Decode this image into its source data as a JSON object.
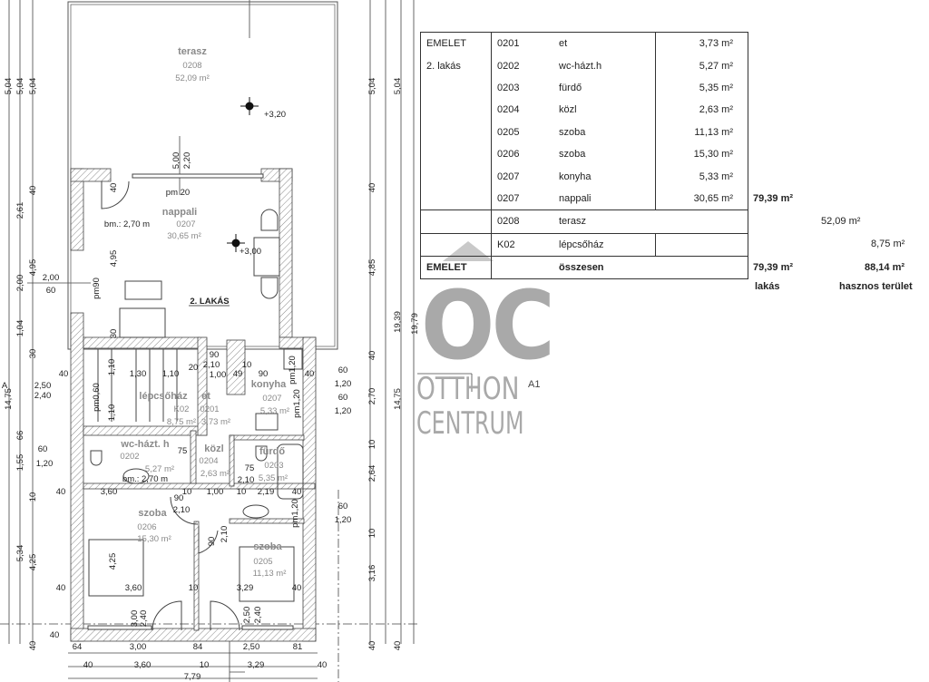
{
  "table": {
    "floor_label": "EMELET",
    "unit_label": "2. lakás",
    "rows": [
      {
        "code": "0201",
        "name": "et",
        "area": "3,73 m²"
      },
      {
        "code": "0202",
        "name": "wc-házt.h",
        "area": "5,27 m²"
      },
      {
        "code": "0203",
        "name": "fürdő",
        "area": "5,35 m²"
      },
      {
        "code": "0204",
        "name": "közl",
        "area": "2,63 m²"
      },
      {
        "code": "0205",
        "name": "szoba",
        "area": "11,13 m²"
      },
      {
        "code": "0206",
        "name": "szoba",
        "area": "15,30 m²"
      },
      {
        "code": "0207",
        "name": "konyha",
        "area": "5,33 m²"
      },
      {
        "code": "0207",
        "name": "nappali",
        "area": "30,65 m²"
      }
    ],
    "unit_total": "79,39 m²",
    "terrace": {
      "code": "0208",
      "name": "terasz",
      "area": "52,09 m²"
    },
    "stair": {
      "code": "K02",
      "name": "lépcsőház",
      "area": "8,75 m²"
    },
    "total_row": {
      "floor": "EMELET",
      "label": "összesen",
      "flat_area": "79,39 m²",
      "useful_area": "88,14 m²"
    },
    "footer": {
      "flat_label": "lakás",
      "useful_label": "hasznos terület"
    }
  },
  "logo": {
    "mark": "OC",
    "line1": "OTTHON",
    "line2": "CENTRUM"
  },
  "section_marker": "A1",
  "plan": {
    "rooms": [
      "terasz",
      "0208",
      "52,09 m²",
      "nappali",
      "0207",
      "30,65 m²",
      "lépcsőház",
      "et",
      "K02",
      "0201",
      "8,75 m²",
      "3,73 m²",
      "konyha",
      "0207",
      "5,33 m²",
      "wc-házt. h",
      "0202",
      "5,27 m²",
      "közl",
      "0204",
      "2,63 m²",
      "fürdő",
      "0203",
      "5,35 m²",
      "szoba",
      "0206",
      "15,30 m²",
      "szoba",
      "0205",
      "11,13 m²"
    ],
    "notes": [
      "+3,20",
      "+3,00",
      "pm 20",
      "bm.: 2,70 m",
      "2. LAKÁS",
      "bm.: 2,70 m",
      "A"
    ],
    "dims_h": [
      "2,00",
      "60",
      "40",
      "1,30",
      "1,10",
      "20",
      "90",
      "2,10",
      "1,00",
      "49",
      "90",
      "10",
      "40",
      "60",
      "1,20",
      "60",
      "1,20",
      "75",
      "75",
      "2,10",
      "40",
      "3,60",
      "10",
      "1,00",
      "10",
      "2,19",
      "40",
      "90",
      "2,10",
      "60",
      "1,20",
      "40",
      "3,60",
      "10",
      "3,29",
      "40",
      "64",
      "3,00",
      "84",
      "2,50",
      "81",
      "40",
      "3,60",
      "10",
      "3,29",
      "40",
      "7,79",
      "2,50",
      "2,40",
      "60",
      "1,20",
      "40"
    ],
    "dims_v": [
      "5,04",
      "5,04",
      "5,04",
      "14,75",
      "2,61",
      "2,00",
      "1,04",
      "66",
      "1,55",
      "5,34",
      "40",
      "4,95",
      "30",
      "10",
      "4,25",
      "40",
      "5,00",
      "2,20",
      "40",
      "4,95",
      "pm90",
      "30",
      "5,04",
      "40",
      "4,85",
      "40",
      "2,70",
      "10",
      "2,64",
      "10",
      "3,16",
      "40",
      "5,04",
      "19,39",
      "14,75",
      "40",
      "19,79",
      "4,25",
      "3,00",
      "2,40",
      "2,50",
      "2,40",
      "90",
      "2,10",
      "pm0,60",
      "1,10",
      "1,10",
      "pm1,20",
      "pm1,20",
      "pm1,20"
    ]
  }
}
